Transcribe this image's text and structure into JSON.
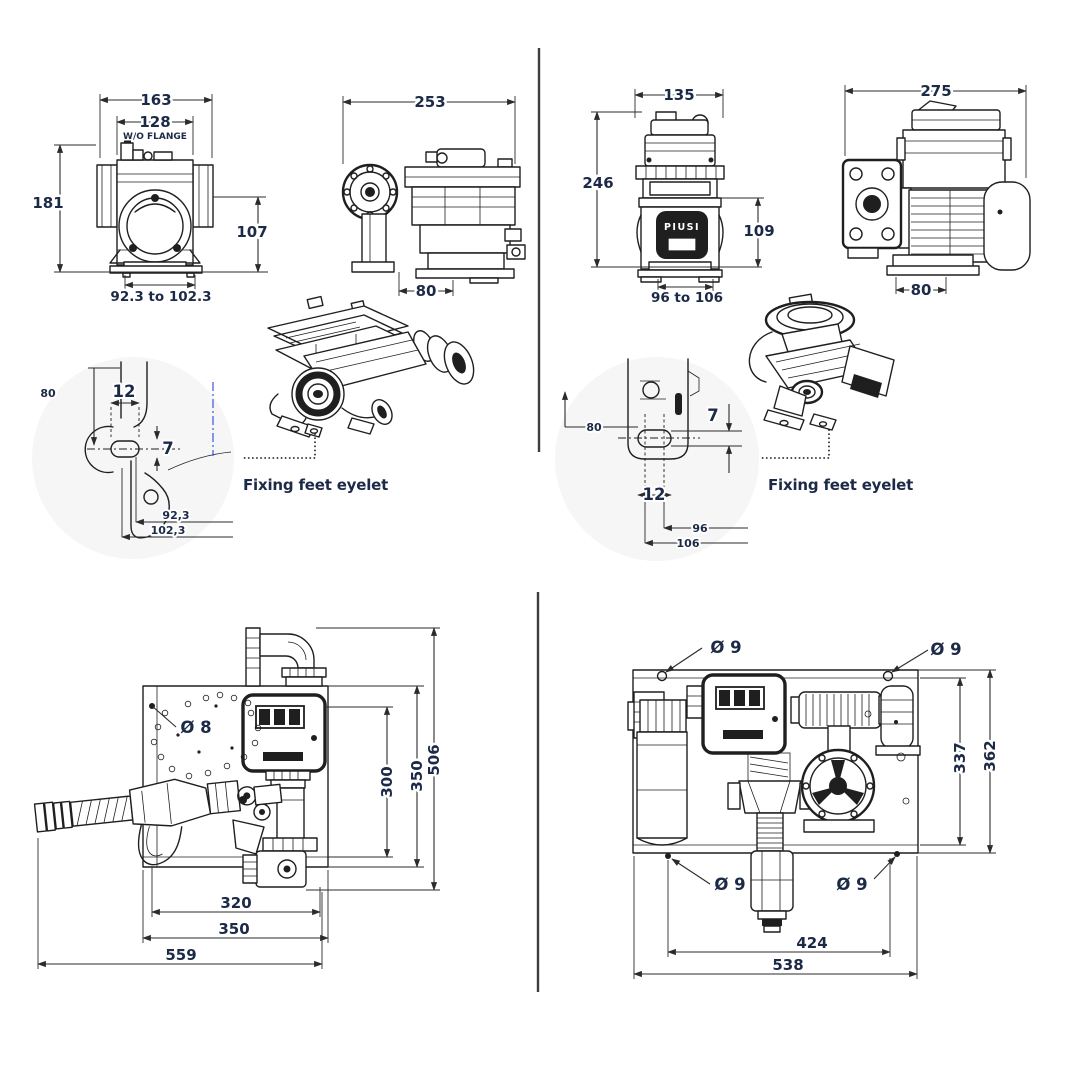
{
  "colors": {
    "dim_text": "#1c2a47",
    "drawing_line": "#1f1f1f",
    "annotation_red": "#e8234a",
    "divider": "#3d3d3d",
    "detail_circle_fill": "#f6f6f6",
    "centerline_blue": "#3c55e6",
    "background": "#ffffff"
  },
  "top_left": {
    "front_view": {
      "width_total": "163",
      "width_without_flange": "128",
      "without_flange_label": "W/O FLANGE",
      "height_total": "181",
      "height_pump_axis": "107",
      "foot_span": "92.3 to 102.3"
    },
    "side_view": {
      "depth_total": "253",
      "foot_depth": "80"
    },
    "detail_view": {
      "foot_offset": "80",
      "eyelet_width": "12",
      "eyelet_height": "7",
      "span_min": "92,3",
      "span_max": "102,3"
    },
    "annotation": "Fixing feet eyelet"
  },
  "top_right": {
    "front_view": {
      "width_total": "135",
      "height_total": "246",
      "height_pump_axis": "109",
      "foot_span": "96 to 106",
      "brand": "PIUSI"
    },
    "side_view": {
      "depth_total": "275",
      "foot_depth": "80"
    },
    "detail_view": {
      "foot_offset": "80",
      "eyelet_height": "7",
      "eyelet_width": "12",
      "span_min": "96",
      "span_max": "106"
    },
    "annotation": "Fixing feet eyelet"
  },
  "bottom_left": {
    "hole_diameter": "Ø 8",
    "height_meter": "300",
    "height_plate": "350",
    "height_total": "506",
    "width_inner": "320",
    "width_plate": "350",
    "width_total": "559"
  },
  "bottom_right": {
    "hole_top_left": "Ø 9",
    "hole_top_right": "Ø 9",
    "hole_bottom_left": "Ø 9",
    "hole_bottom_right": "Ø 9",
    "height_plate": "337",
    "height_total": "362",
    "width_inner": "424",
    "width_total": "538"
  }
}
